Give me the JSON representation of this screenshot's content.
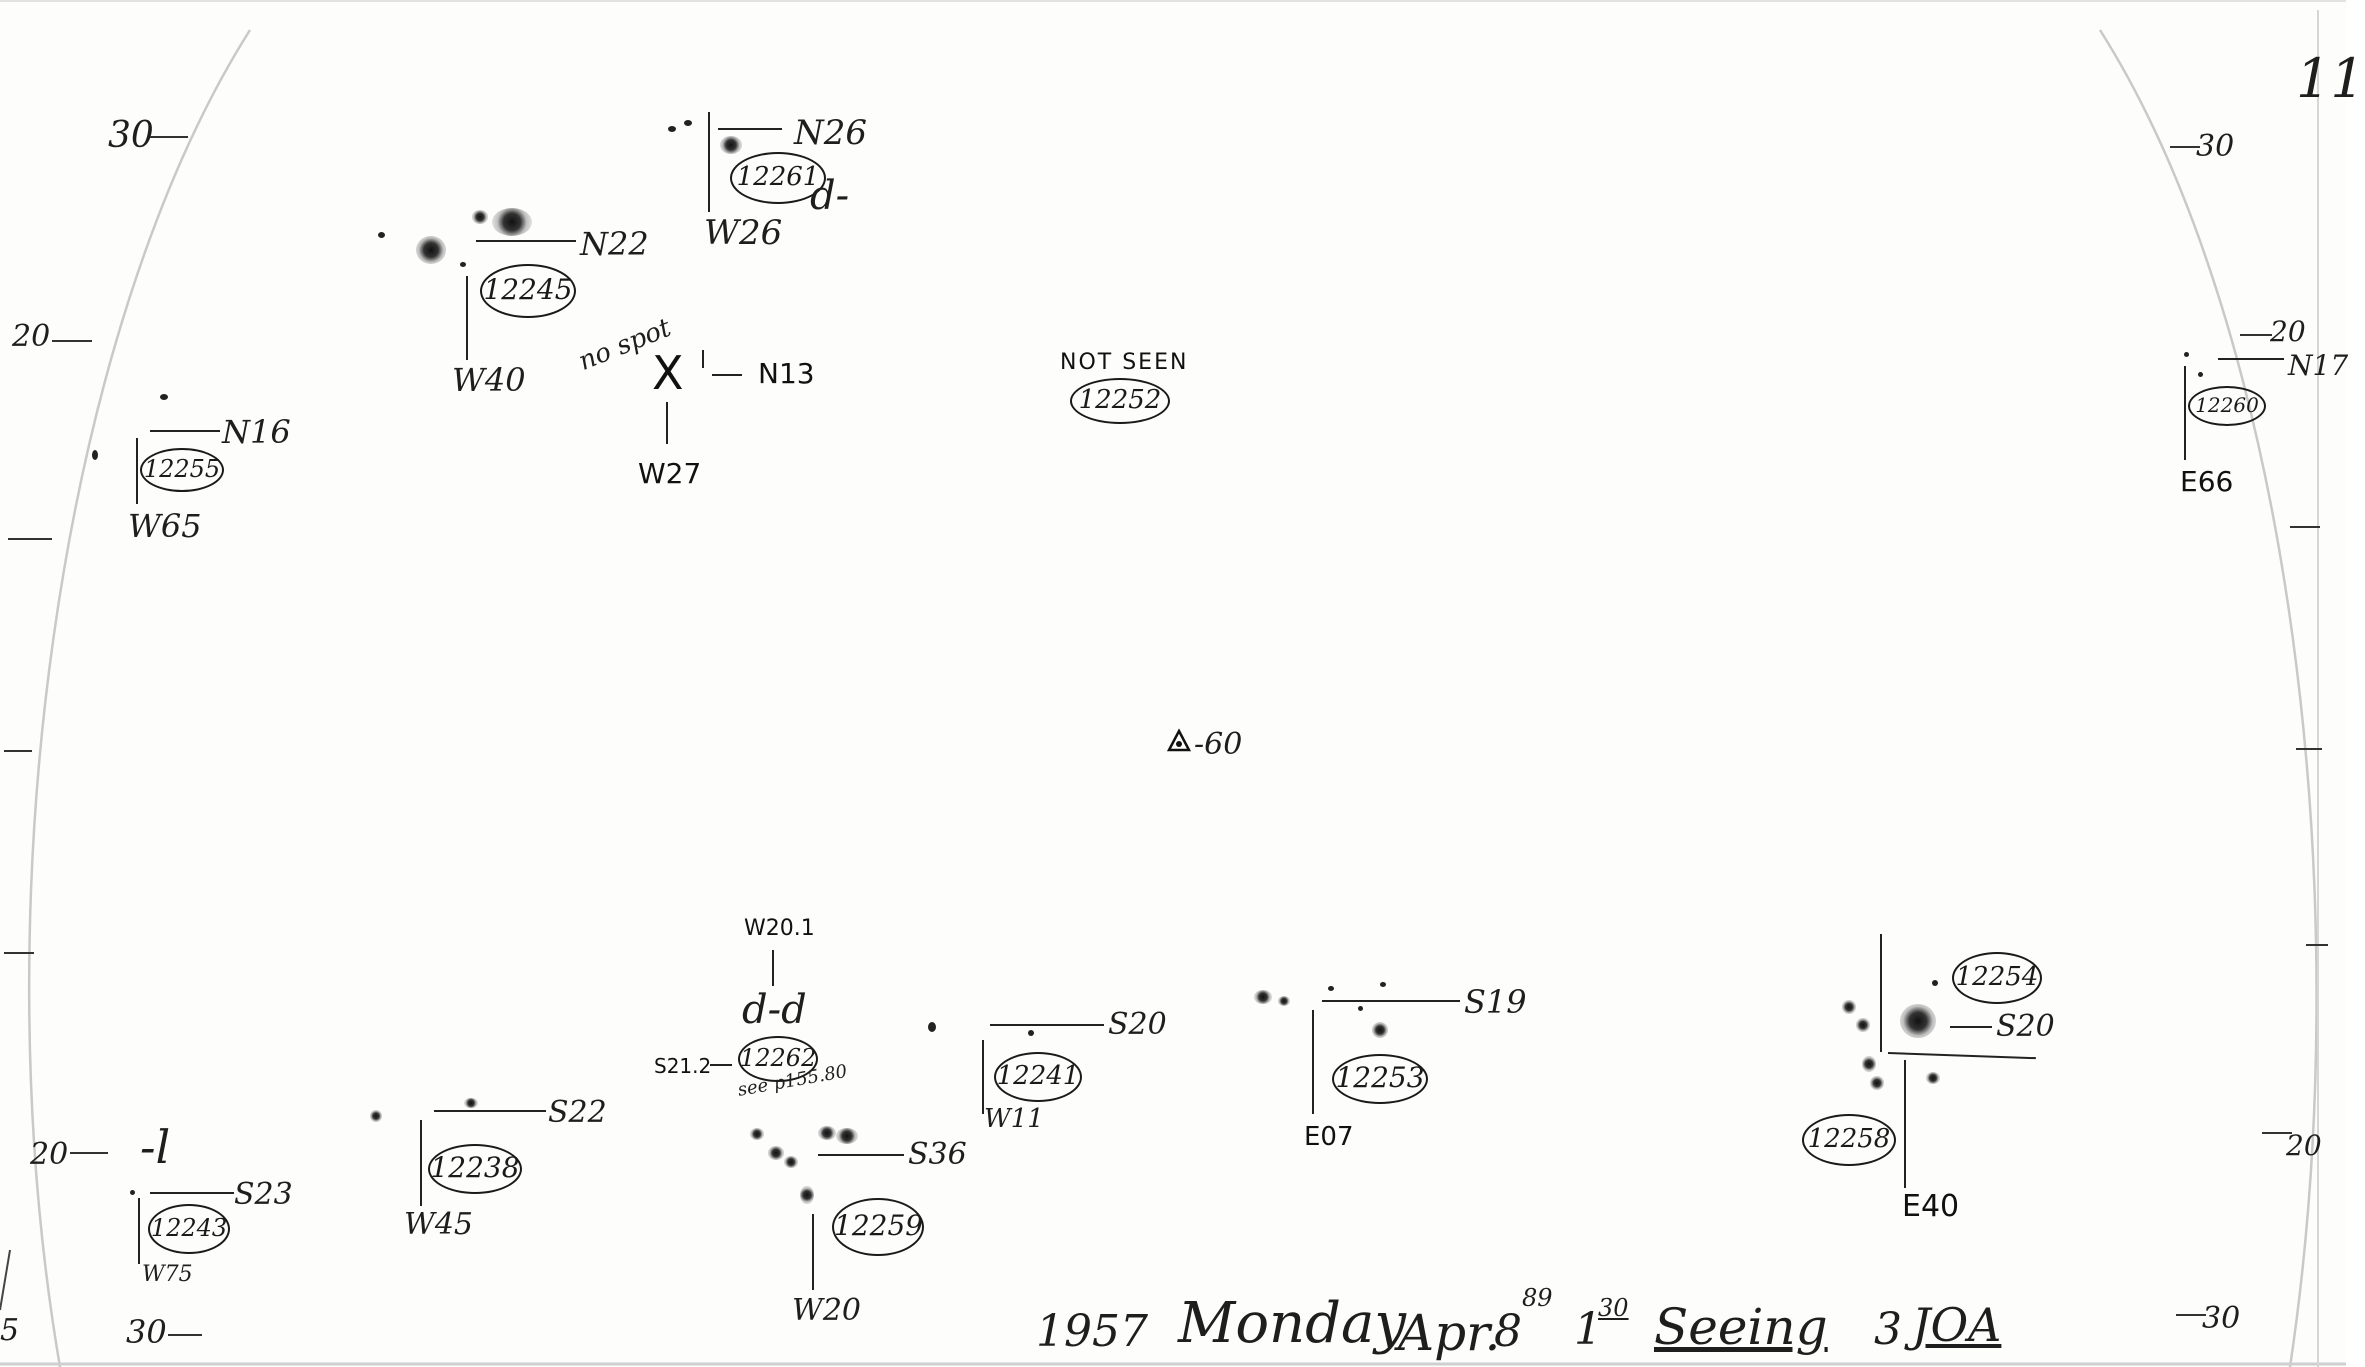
{
  "page_number": "11",
  "center_mark": "-60",
  "limb_labels": {
    "left_30_top": "30",
    "left_20_top": "20",
    "left_20_bottom": "20",
    "left_30_bottom": "30",
    "left_bottom_edge": "5",
    "right_30_top": "30",
    "right_20_top": "20",
    "right_20_bottom": "20",
    "right_30_bottom": "30"
  },
  "regions": {
    "r12261": {
      "number": "12261",
      "lat": "N26",
      "lon": "W26",
      "class": "d-"
    },
    "r12245": {
      "number": "12245",
      "lat": "N22",
      "lon": "W40"
    },
    "r12255": {
      "number": "12255",
      "lat": "N16",
      "lon": "W65"
    },
    "x_no_spot": {
      "note": "no spot",
      "mark": "X",
      "lat": "N13",
      "lon": "W27"
    },
    "r12252": {
      "number": "12252",
      "note": "NOT SEEN"
    },
    "r12260": {
      "number": "12260",
      "lat": "N17",
      "lon": "E66"
    },
    "r12262": {
      "number": "12262",
      "lat": "S21.2",
      "lon": "W20.1",
      "class": "d-d",
      "note": "see p155.80"
    },
    "r12241": {
      "number": "12241",
      "lat": "S20",
      "lon": "W11"
    },
    "r12253": {
      "number": "12253",
      "lat": "S19",
      "lon": "E07"
    },
    "r12254": {
      "number": "12254",
      "lat": "S20"
    },
    "r12258": {
      "number": "12258",
      "lon": "E40"
    },
    "r12238": {
      "number": "12238",
      "lat": "S22",
      "lon": "W45"
    },
    "r12243": {
      "number": "12243",
      "lat": "S23",
      "lon": "W75",
      "class": "-l"
    },
    "r12259": {
      "number": "12259",
      "lat": "S36",
      "lon": "W20"
    }
  },
  "footer": {
    "year": "1957",
    "day": "Monday",
    "month": "Apr.",
    "date": "8",
    "date_sup": "89",
    "time": "1",
    "time_sup": "30",
    "seeing_label": "Seeing",
    "seeing_value": "3",
    "observer": "JOA"
  }
}
